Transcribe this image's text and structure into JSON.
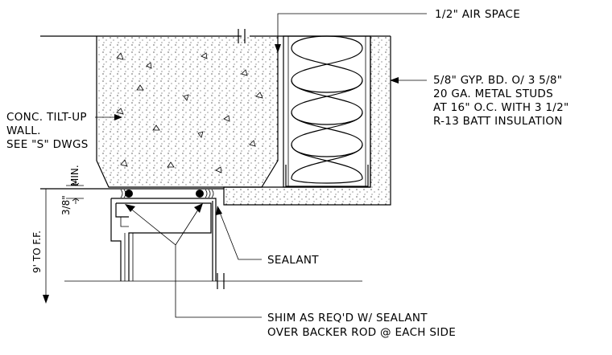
{
  "notes": {
    "air_space": "1/2\" AIR SPACE",
    "gyp_line1": "5/8\" GYP. BD. O/ 3 5/8\"",
    "gyp_line2": "20 GA. METAL STUDS",
    "gyp_line3": "AT 16\" O.C. WITH 3 1/2\"",
    "gyp_line4": "R-13 BATT INSULATION",
    "wall_line1": "CONC. TILT-UP",
    "wall_line2": "WALL.",
    "wall_line3": "SEE \"S\" DWGS",
    "sealant": "SEALANT",
    "shim_line1": "SHIM AS REQ'D W/ SEALANT",
    "shim_line2": "OVER BACKER ROD @ EACH SIDE"
  },
  "dimensions": {
    "min_label": "MIN.",
    "gap_label": "3/8\"",
    "height_label": "9' TO F.F."
  }
}
